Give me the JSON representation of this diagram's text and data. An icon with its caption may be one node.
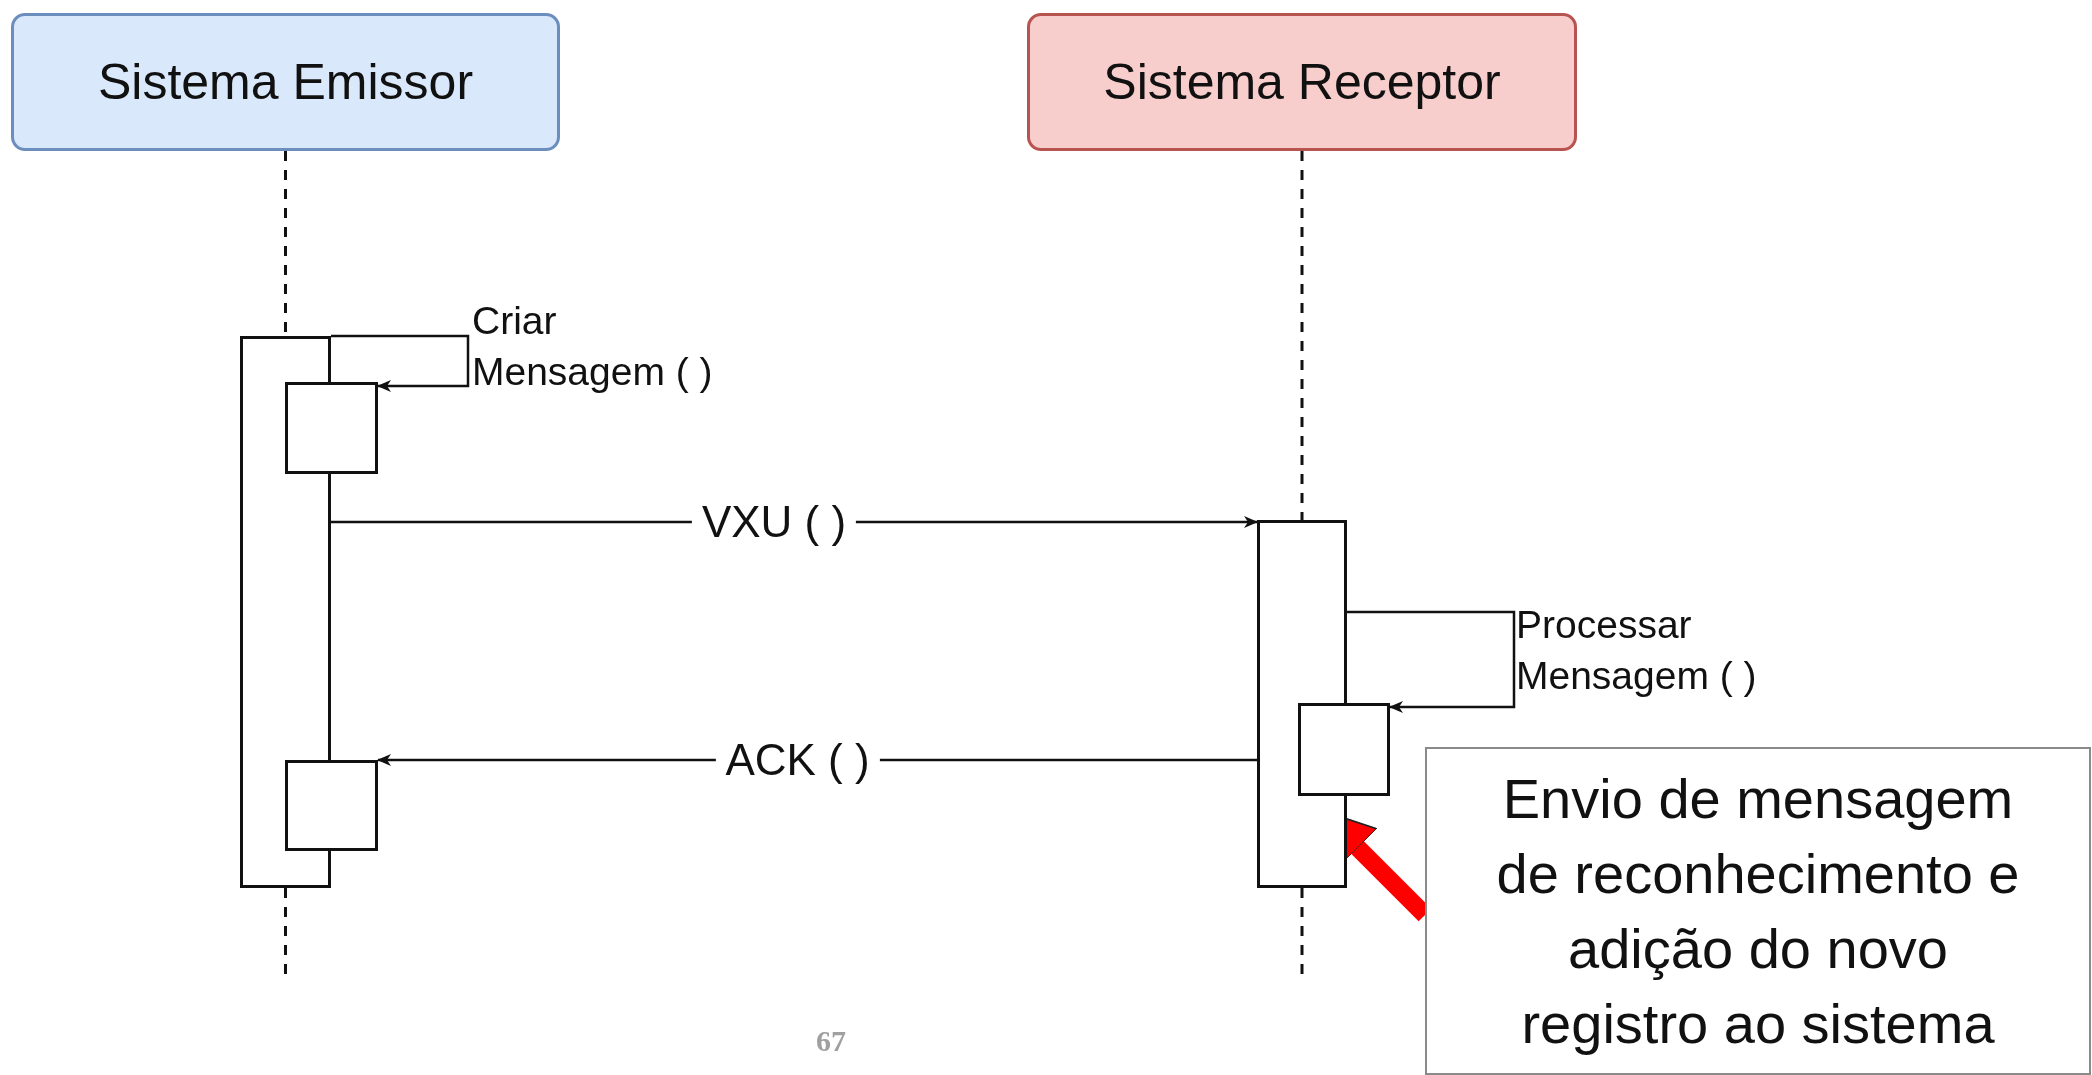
{
  "diagram": {
    "nodes": [
      {
        "text": [
          "Sistema Emissor"
        ]
      },
      {
        "text": [
          "Sistema Receptor"
        ]
      },
      {
        "text": [],
        "shape": "box"
      },
      {
        "text": [],
        "shape": "box"
      },
      {
        "text": [],
        "shape": "box"
      },
      {
        "text": [],
        "shape": "box"
      },
      {
        "text": [],
        "shape": "box"
      },
      {
        "text": [
          "Envio de mensagem de reconhecimento e adição do novo registro ao sistema"
        ]
      }
    ],
    "edges": [
      {
        "from": 0,
        "to": 2,
        "arrow": "none",
        "style": "dashed"
      },
      {
        "from": 2,
        "to": null,
        "arrow": "none",
        "style": "dashed"
      },
      {
        "from": 1,
        "to": 5,
        "arrow": "none",
        "style": "dashed"
      },
      {
        "from": 5,
        "to": null,
        "arrow": "none",
        "style": "dashed"
      },
      {
        "from": 2,
        "to": 3,
        "arrow": "to",
        "label": "Criar Mensagem ( )"
      },
      {
        "from": 2,
        "to": 5,
        "arrow": "to",
        "label": "VXU ( )"
      },
      {
        "from": 5,
        "to": 6,
        "arrow": "to",
        "label": "Processar Mensagem ( )"
      },
      {
        "from": 5,
        "to": 4,
        "arrow": "to",
        "label": "ACK ( )"
      },
      {
        "from": 7,
        "to": 5,
        "arrow": "to",
        "style": "thick",
        "color": "#ff0000"
      }
    ],
    "labels": [
      "67"
    ]
  }
}
